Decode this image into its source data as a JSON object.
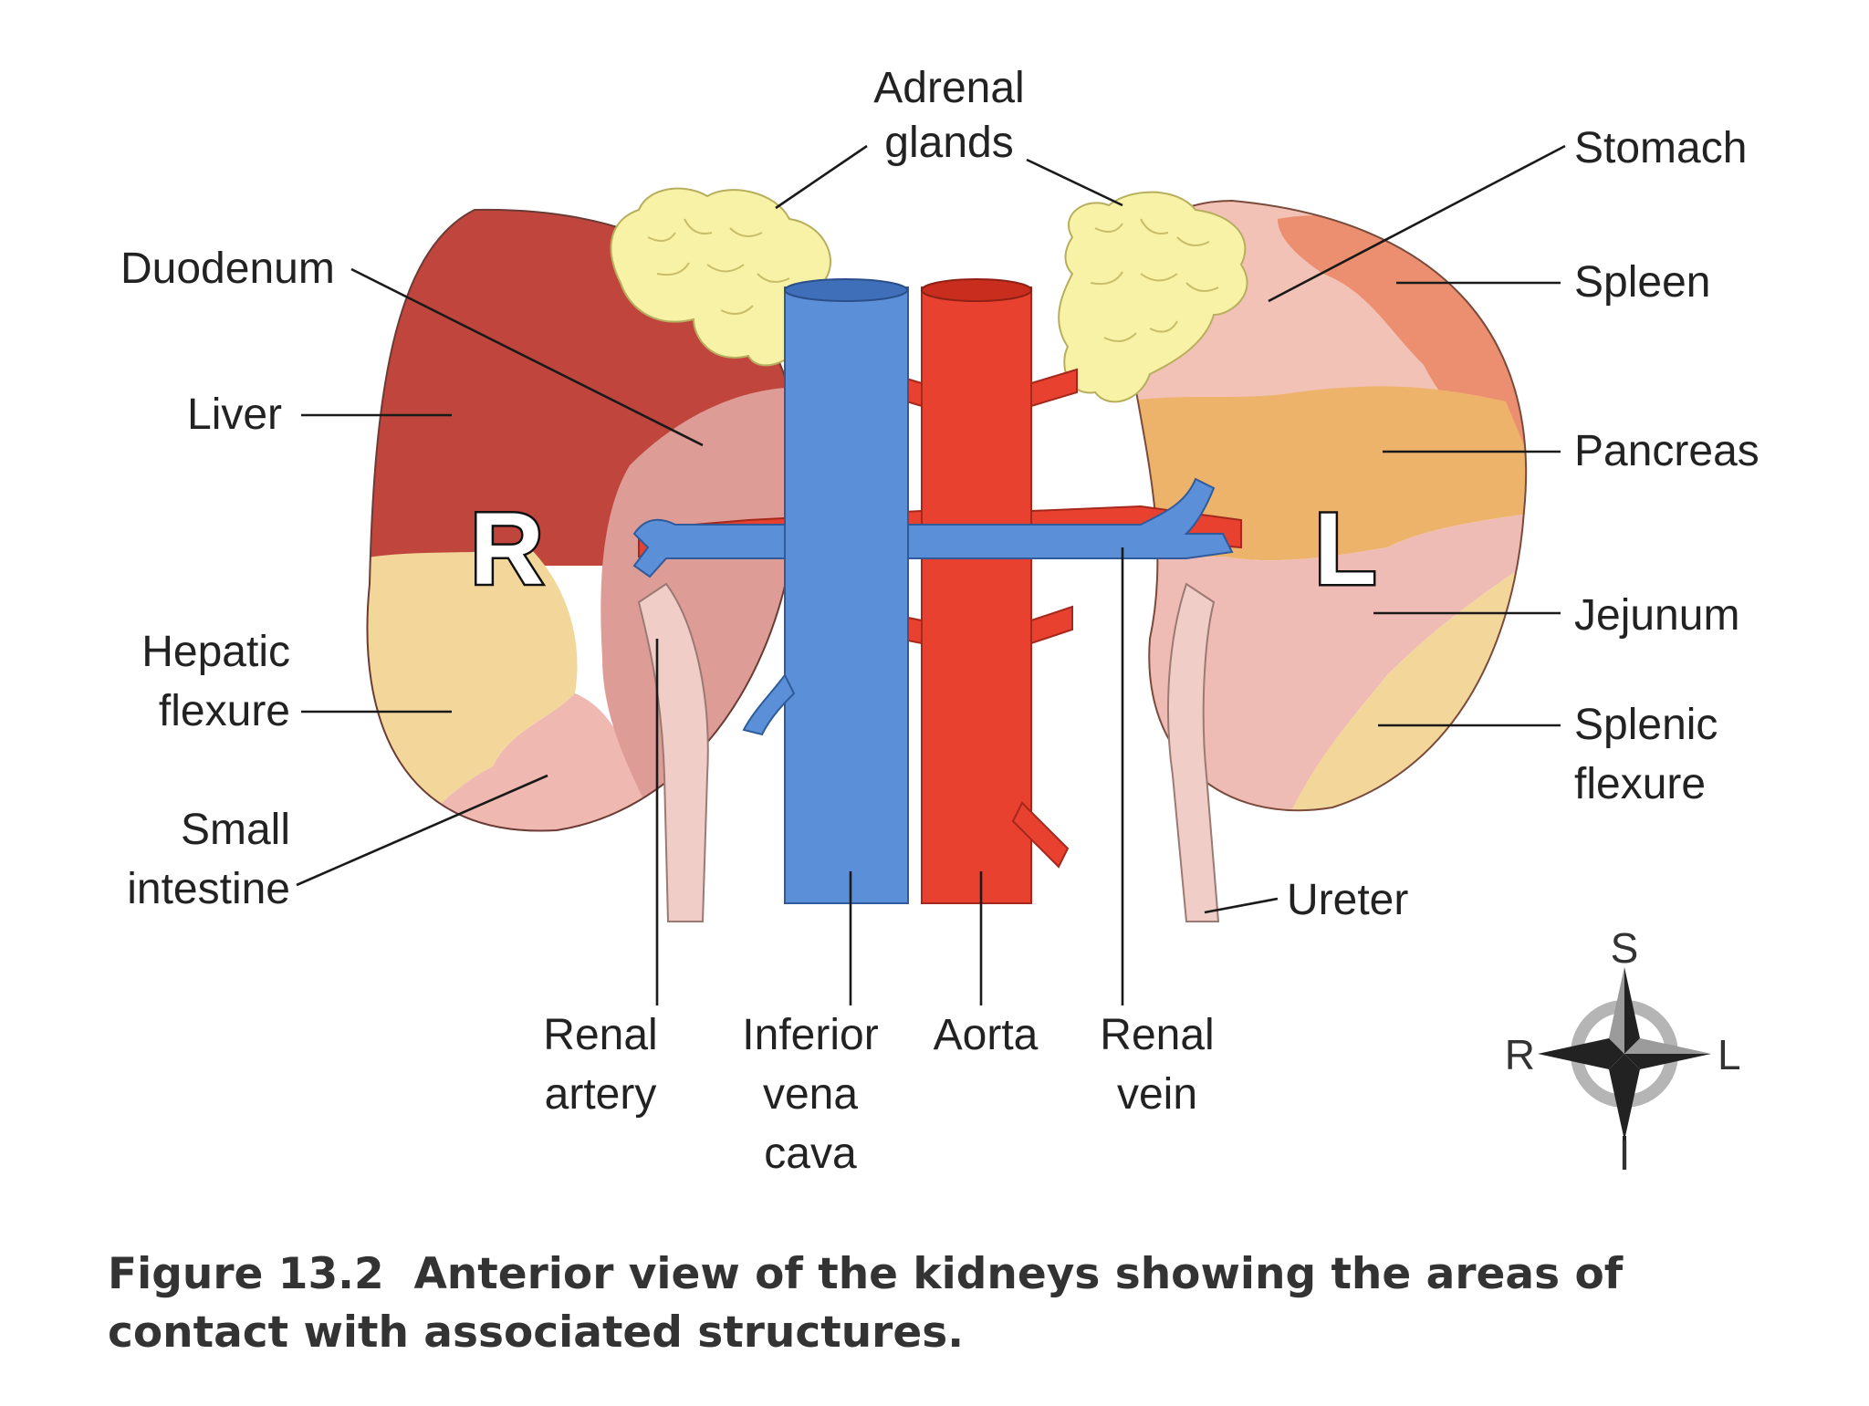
{
  "labels": {
    "adrenal_glands": [
      "Adrenal",
      "glands"
    ],
    "stomach": "Stomach",
    "duodenum": "Duodenum",
    "spleen": "Spleen",
    "liver": "Liver",
    "pancreas": "Pancreas",
    "jejunum": "Jejunum",
    "hepatic_flexure": [
      "Hepatic",
      "flexure"
    ],
    "splenic_flexure": [
      "Splenic",
      "flexure"
    ],
    "small_intestine": [
      "Small",
      "intestine"
    ],
    "ureter": "Ureter",
    "renal_artery": [
      "Renal",
      "artery"
    ],
    "inferior_vena_cava": [
      "Inferior",
      "vena",
      "cava"
    ],
    "aorta": "Aorta",
    "renal_vein": [
      "Renal",
      "vein"
    ]
  },
  "side_markers": {
    "right": "R",
    "left": "L"
  },
  "compass": {
    "superior": "S",
    "inferior": "I",
    "right": "R",
    "left": "L"
  },
  "caption": {
    "figure_number": "Figure 13.2",
    "text": "Anterior view of the kidneys showing the areas of contact with associated structures."
  },
  "colors": {
    "liver": "#c0463d",
    "colon_flexure": "#f3d79a",
    "small_intestine": "#efb9b2",
    "duodenum": "#de9c96",
    "adrenal": "#f7f2a6",
    "vena_cava": "#5b8fd8",
    "aorta": "#e8412f",
    "stomach": "#f2c2b6",
    "spleen": "#ec8f70",
    "pancreas": "#eeb36b",
    "jejunum": "#efbcb5",
    "ureter": "#f0cdc6"
  }
}
